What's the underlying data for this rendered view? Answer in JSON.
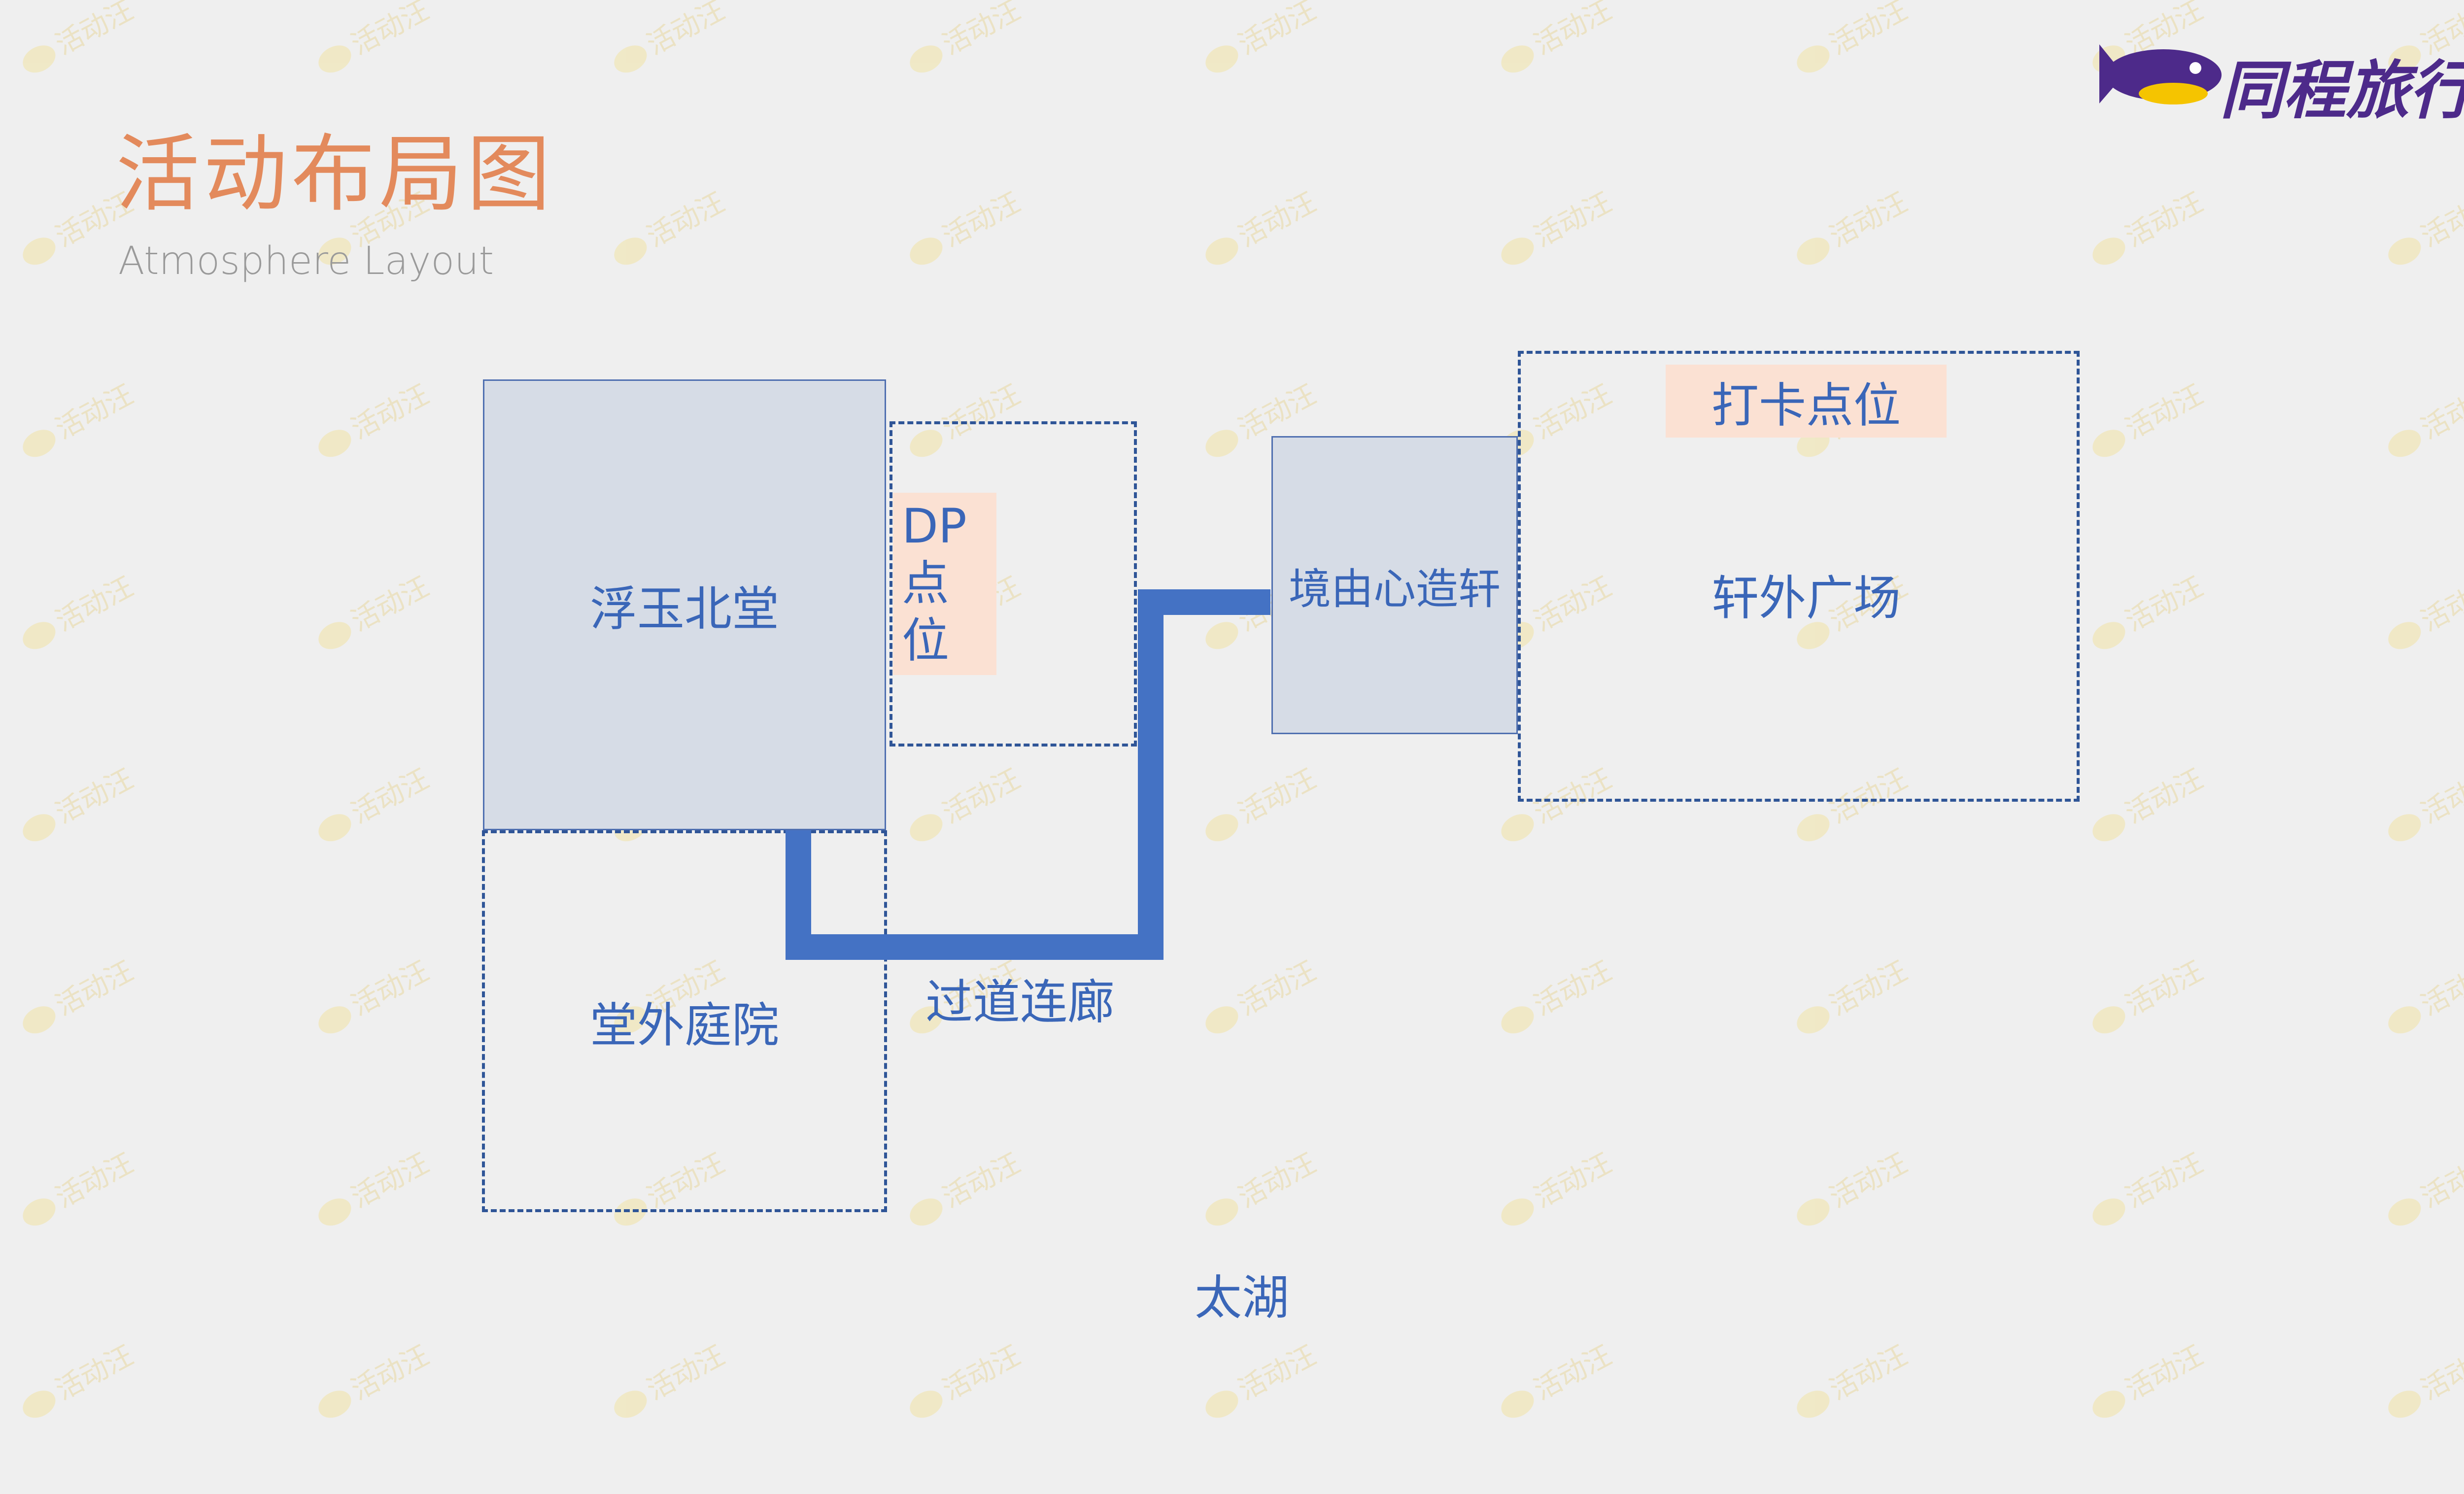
{
  "header": {
    "title": "活动布局图",
    "subtitle": "Atmosphere Layout"
  },
  "logo": {
    "text": "同程旅行",
    "brand_color": "#4d2a8a",
    "accent_color": "#f5c400"
  },
  "watermark": {
    "text": "活动汪"
  },
  "areas": {
    "fuyu_hall": "浮玉北堂",
    "dp_point": "DP点位",
    "jingyou_pavilion": "境由心造轩",
    "checkin_point": "打卡点位",
    "pavilion_plaza": "轩外广场",
    "courtyard": "堂外庭院",
    "corridor": "过道连廊",
    "taihu": "太湖"
  },
  "colors": {
    "background": "#efefef",
    "hall_fill": "#d6dce6",
    "dashed_border": "#2f5597",
    "corridor": "#4472c4",
    "highlight": "#fbe1d3",
    "label": "#3a66b8",
    "title": "#e38a5c"
  }
}
